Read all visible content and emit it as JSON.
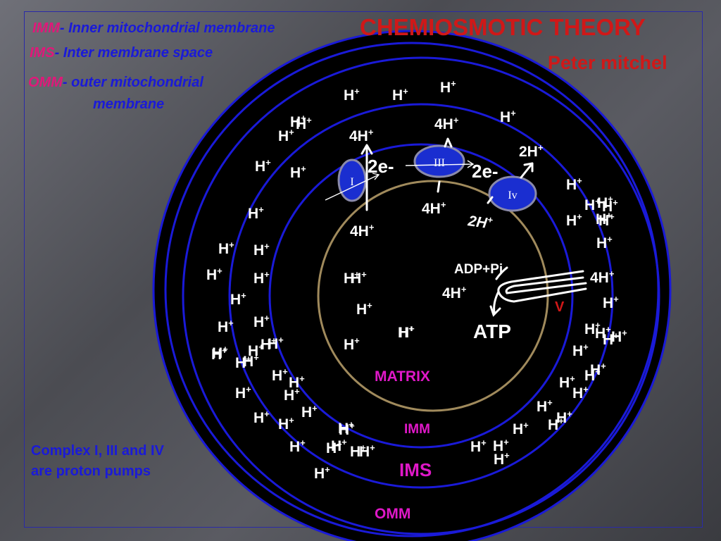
{
  "title": "CHEMIOSMOTIC THEORY",
  "author": "Peter mitchel",
  "definitions": [
    {
      "abbr": "IMM",
      "sep": "- ",
      "text": "Inner mitochondrial membrane"
    },
    {
      "abbr": "IMS",
      "sep": "- ",
      "text": "Inter membrane space"
    },
    {
      "abbr": "OMM",
      "sep": "- ",
      "text": "outer mitochondrial"
    },
    {
      "abbr": "",
      "sep": "",
      "text": "membrane"
    }
  ],
  "note": {
    "line1": "Complex I, III and IV",
    "line2": "are proton pumps"
  },
  "regions": {
    "matrix": "MATRIX",
    "imm": "IMM",
    "ims": "IMS",
    "omm": "OMM"
  },
  "complexes": {
    "c1": "I",
    "c3": "III",
    "c4": "Iv",
    "c5": "V"
  },
  "labels": {
    "e1": "2e-",
    "e2": "2e-",
    "p4a": "4H",
    "p4b": "4H",
    "p4c": "4H",
    "p4d": "4H",
    "p4e": "4H",
    "p4f": "4H",
    "p2a": "2H",
    "p2b": "2H",
    "adp": "ADP+Pi",
    "atp": "ATP",
    "plus": "+"
  },
  "protons": {
    "label": "H",
    "ims_count": 64,
    "matrix_count": 6
  },
  "colors": {
    "title": "#d01818",
    "definition": "#1a1ad8",
    "abbr": "#e0187a",
    "membrane": "#1a1ad8",
    "matrix_ring": "#a08a5c",
    "complex_fill": "#1a2ed0",
    "complex_stroke": "#8a8aaa",
    "region_label": "#e018c8",
    "atp_synthase": "#d01818"
  }
}
